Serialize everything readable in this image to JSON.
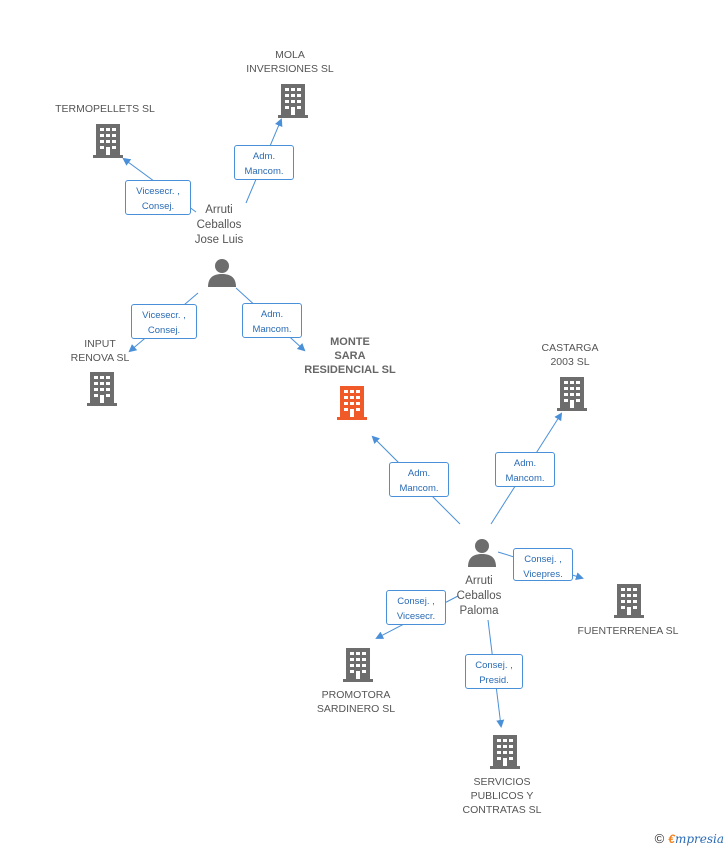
{
  "companies": {
    "mola": "MOLA\nINVERSIONES SL",
    "termopellets": "TERMOPELLETS SL",
    "input_renova": "INPUT\nRENOVA SL",
    "monte_sara": "MONTE\nSARA\nRESIDENCIAL SL",
    "castarga": "CASTARGA\n2003 SL",
    "fuenterrenea": "FUENTERRENEA SL",
    "promotora": "PROMOTORA\nSARDINERO SL",
    "servicios": "SERVICIOS\nPUBLICOS Y\nCONTRATAS SL"
  },
  "persons": {
    "jose_luis": "Arruti\nCeballos\nJose Luis",
    "paloma": "Arruti\nCeballos\nPaloma"
  },
  "edges": {
    "jl_mola": "Adm.\nMancom.",
    "jl_termopellets": "Vicesecr. ,\nConsej.",
    "jl_input": "Vicesecr. ,\nConsej.",
    "jl_monte": "Adm.\nMancom.",
    "pa_monte": "Adm.\nMancom.",
    "pa_castarga": "Adm.\nMancom.",
    "pa_fuenterrenea": "Consej. ,\nVicepres.",
    "pa_promotora": "Consej. ,\nVicesecr.",
    "pa_servicios": "Consej. ,\nPresid."
  },
  "footer": {
    "copyright_symbol": "©",
    "brand_first": "€",
    "brand_rest": "mpresia"
  },
  "colors": {
    "building": "#6d6d6d",
    "building_focus": "#f05a28",
    "person": "#6d6d6d",
    "edge": "#4a90d9"
  }
}
